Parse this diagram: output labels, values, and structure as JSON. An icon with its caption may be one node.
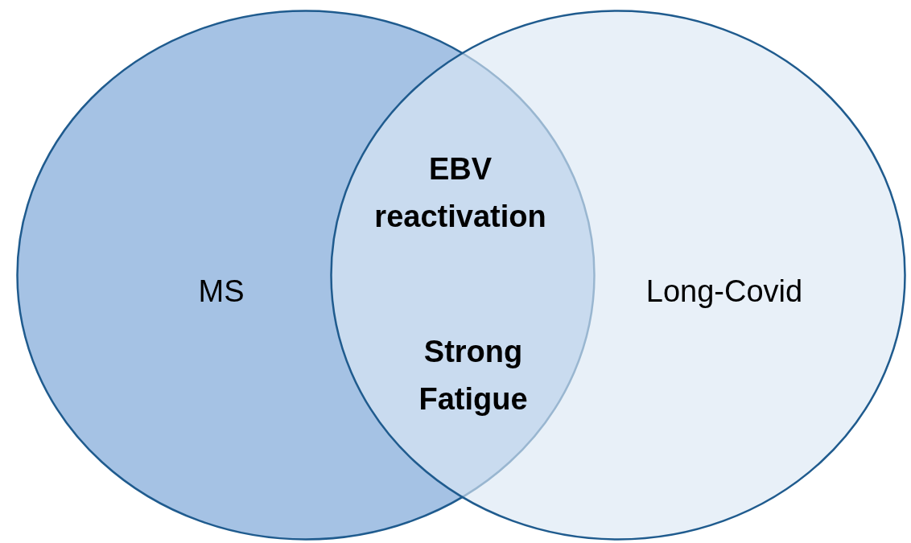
{
  "diagram": {
    "nodes": [
      {
        "text": [
          "MS"
        ]
      },
      {
        "text": [
          "Long-Covid"
        ]
      }
    ],
    "labels": [
      "EBV reactivation",
      "Strong Fatigue"
    ]
  }
}
